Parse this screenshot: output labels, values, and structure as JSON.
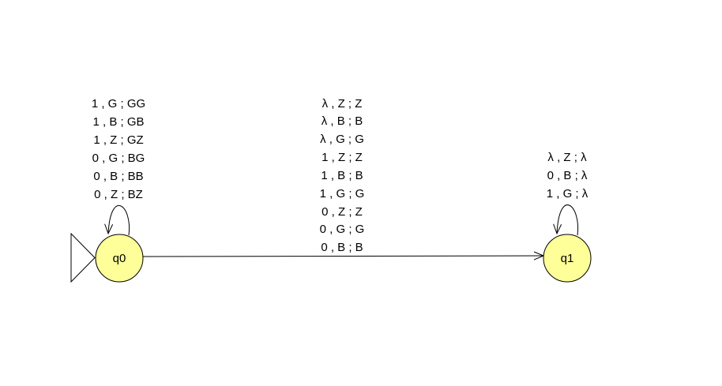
{
  "automaton": {
    "states": [
      {
        "id": "q0",
        "label": "q0",
        "initial": true
      },
      {
        "id": "q1",
        "label": "q1",
        "initial": false
      }
    ],
    "colors": {
      "state_fill": "#ffff99",
      "stroke": "#000000",
      "background": "#ffffff"
    },
    "transitions": {
      "q0_loop": [
        "1 , G ; GG",
        "1 , B ; GB",
        "1 , Z ; GZ",
        "0 , G ; BG",
        "0 , B ; BB",
        "0 , Z ; BZ"
      ],
      "q0_to_q1": [
        "λ , Z ; Z",
        "λ , B ; B",
        "λ , G ; G",
        "1 , Z ; Z",
        "1 , B ; B",
        "1 , G ; G",
        "0 , Z ; Z",
        "0 , G ; G",
        "0 , B ; B"
      ],
      "q1_loop": [
        "λ , Z ; λ",
        "0 , B ; λ",
        "1 , G ; λ"
      ]
    }
  }
}
